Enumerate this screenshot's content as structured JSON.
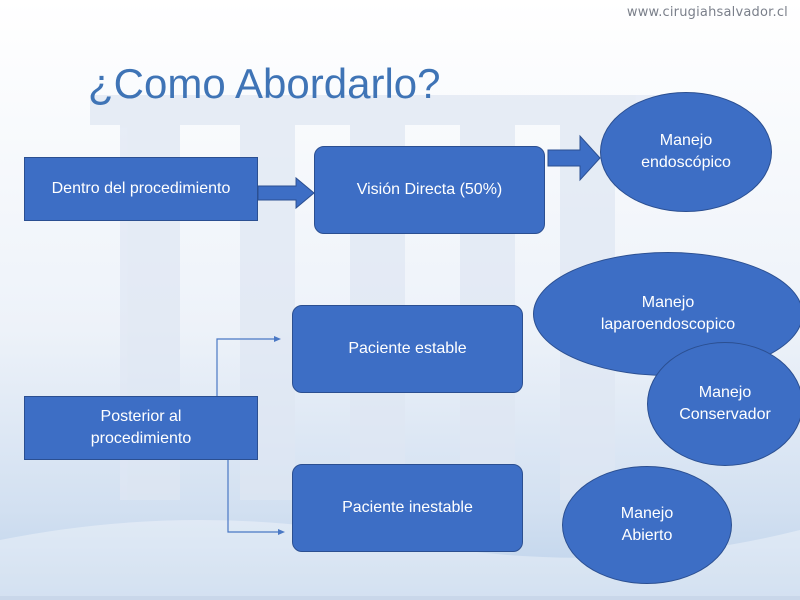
{
  "header": {
    "url": "www.cirugiahsalvador.cl"
  },
  "slide": {
    "title": "¿Como Abordarlo?"
  },
  "nodes": {
    "dentro": "Dentro del procedimiento",
    "vision": "Visión Directa (50%)",
    "endoscopico": "Manejo\nendoscópico",
    "posterior": "Posterior al\nprocedimiento",
    "estable": "Paciente estable",
    "inestable": "Paciente inestable",
    "laparo": "Manejo\nlaparoendoscopico",
    "conservador": "Manejo\nConservador",
    "abierto": "Manejo\nAbierto"
  },
  "colors": {
    "node_fill": "#3d6ec5",
    "title": "#3f74b6",
    "connector": "#4a78c4"
  }
}
